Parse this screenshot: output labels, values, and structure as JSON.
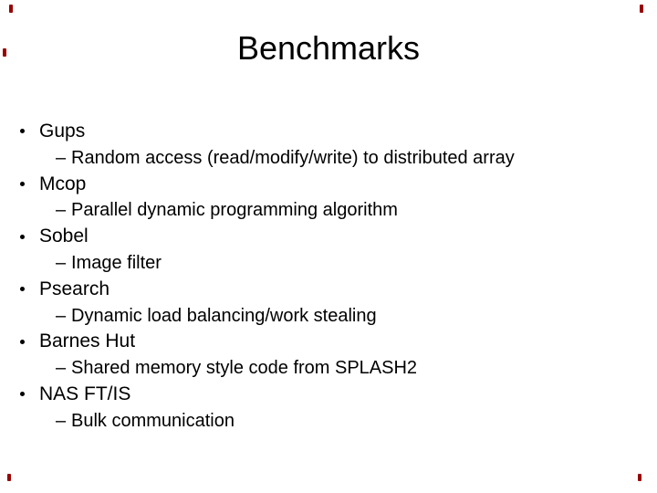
{
  "slide": {
    "title": "Benchmarks",
    "background_color": "#ffffff",
    "text_color": "#000000",
    "dash_marker": "–",
    "edge_mark_color": "#990000",
    "items": [
      {
        "label": "Gups",
        "sub": "Random access (read/modify/write) to distributed array"
      },
      {
        "label": "Mcop",
        "sub": "Parallel dynamic programming algorithm"
      },
      {
        "label": "Sobel",
        "sub": "Image filter"
      },
      {
        "label": "Psearch",
        "sub": "Dynamic load balancing/work stealing"
      },
      {
        "label": "Barnes Hut",
        "sub": "Shared memory style code from SPLASH2"
      },
      {
        "label": "NAS FT/IS",
        "sub": "Bulk communication"
      }
    ]
  }
}
